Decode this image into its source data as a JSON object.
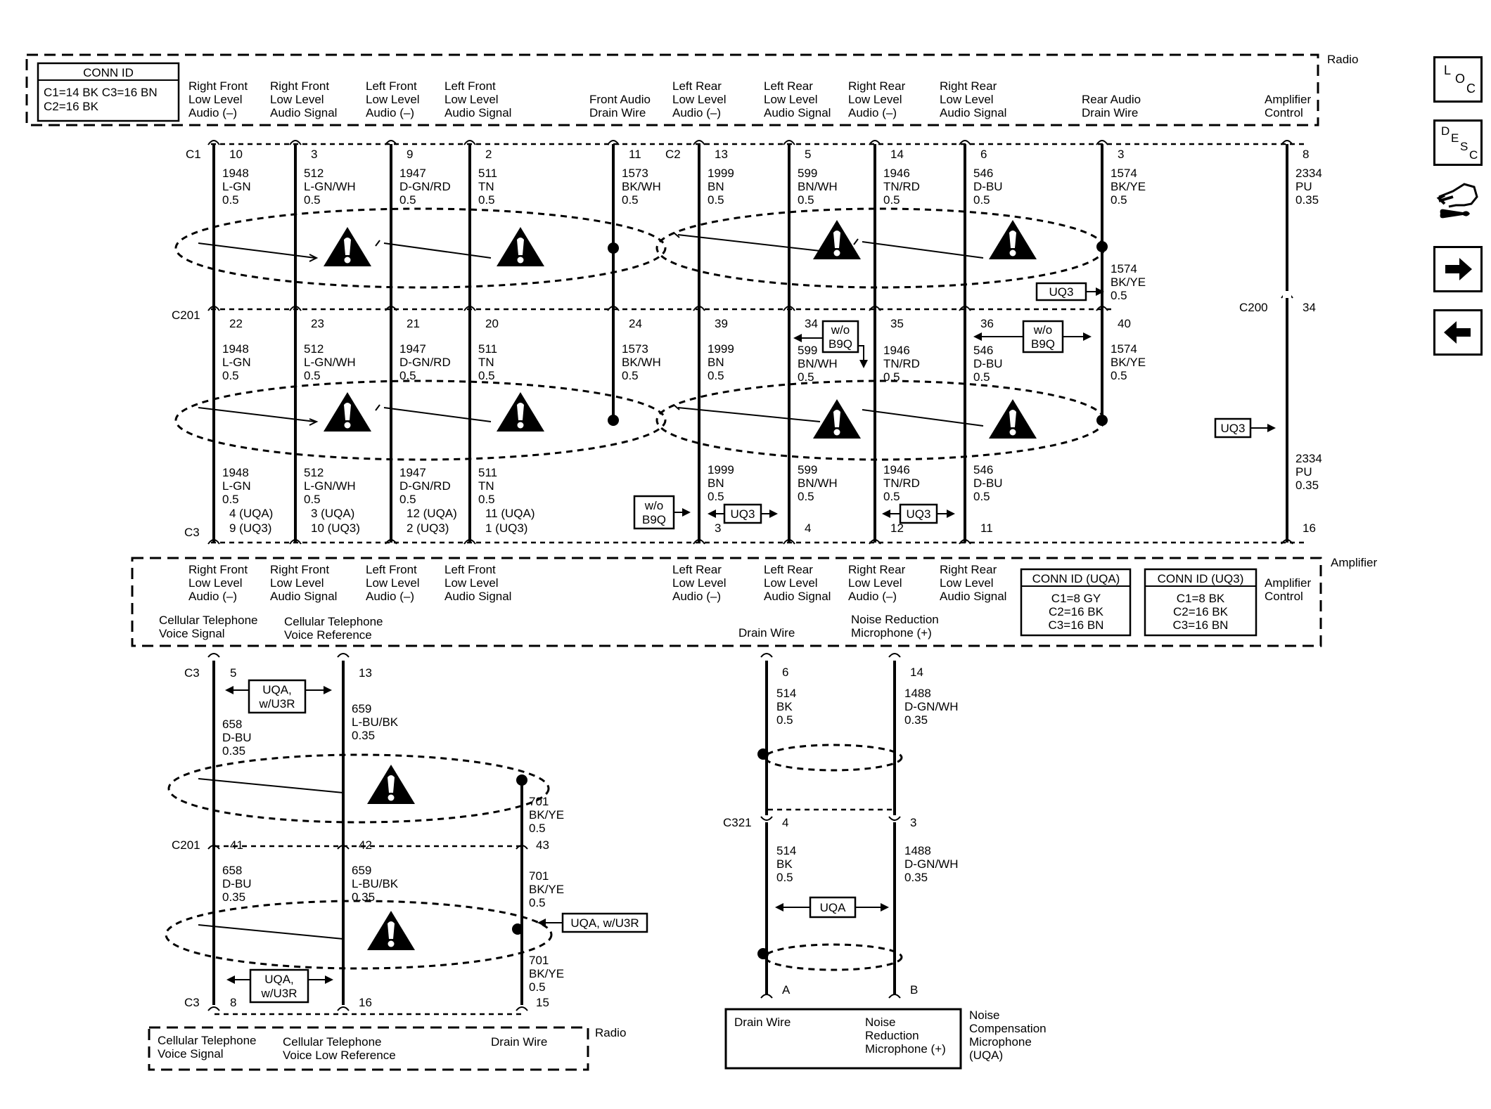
{
  "radio_label": "Radio",
  "amplifier_label": "Amplifier",
  "radio_conn_id": {
    "title": "CONN ID",
    "line1": "C1=14 BK  C3=16 BN",
    "line2": "C2=16 BK"
  },
  "radio_pins": [
    {
      "l1": "Right Front",
      "l2": "Low Level",
      "l3": "Audio (–)"
    },
    {
      "l1": "Right Front",
      "l2": "Low Level",
      "l3": "Audio Signal"
    },
    {
      "l1": "Left Front",
      "l2": "Low Level",
      "l3": "Audio (–)"
    },
    {
      "l1": "Left Front",
      "l2": "Low Level",
      "l3": "Audio Signal"
    },
    {
      "l1": "",
      "l2": "Front Audio",
      "l3": "Drain Wire"
    },
    {
      "l1": "Left Rear",
      "l2": "Low Level",
      "l3": "Audio (–)"
    },
    {
      "l1": "Left Rear",
      "l2": "Low Level",
      "l3": "Audio Signal"
    },
    {
      "l1": "Right Rear",
      "l2": "Low Level",
      "l3": "Audio (–)"
    },
    {
      "l1": "Right Rear",
      "l2": "Low Level",
      "l3": "Audio Signal"
    },
    {
      "l1": "",
      "l2": "Rear Audio",
      "l3": "Drain Wire"
    },
    {
      "l1": "",
      "l2": "Amplifier",
      "l3": "Control"
    }
  ],
  "connectors": {
    "c1": "C1",
    "c2": "C2",
    "c201": "C201",
    "c3": "C3",
    "c200": "C200",
    "c321": "C321"
  },
  "radio_pin_nums": [
    "10",
    "3",
    "9",
    "2",
    "11",
    "13",
    "5",
    "14",
    "6",
    "3",
    "8"
  ],
  "wires_top": [
    {
      "c": "1948",
      "col": "L-GN",
      "g": "0.5"
    },
    {
      "c": "512",
      "col": "L-GN/WH",
      "g": "0.5"
    },
    {
      "c": "1947",
      "col": "D-GN/RD",
      "g": "0.5"
    },
    {
      "c": "511",
      "col": "TN",
      "g": "0.5"
    },
    {
      "c": "1573",
      "col": "BK/WH",
      "g": "0.5"
    },
    {
      "c": "1999",
      "col": "BN",
      "g": "0.5"
    },
    {
      "c": "599",
      "col": "BN/WH",
      "g": "0.5"
    },
    {
      "c": "1946",
      "col": "TN/RD",
      "g": "0.5"
    },
    {
      "c": "546",
      "col": "D-BU",
      "g": "0.5"
    },
    {
      "c": "1574",
      "col": "BK/YE",
      "g": "0.5"
    },
    {
      "c": "2334",
      "col": "PU",
      "g": "0.35"
    }
  ],
  "rear_drain_mid": {
    "c": "1574",
    "col": "BK/YE",
    "g": "0.5"
  },
  "c201_pin_nums": [
    "22",
    "23",
    "21",
    "20",
    "24",
    "39",
    "34",
    "35",
    "36",
    "40"
  ],
  "c200_pin": "34",
  "wires_mid": [
    {
      "c": "1948",
      "col": "L-GN",
      "g": "0.5"
    },
    {
      "c": "512",
      "col": "L-GN/WH",
      "g": "0.5"
    },
    {
      "c": "1947",
      "col": "D-GN/RD",
      "g": "0.5"
    },
    {
      "c": "511",
      "col": "TN",
      "g": "0.5"
    },
    {
      "c": "1573",
      "col": "BK/WH",
      "g": "0.5"
    },
    {
      "c": "1999",
      "col": "BN",
      "g": "0.5"
    },
    {
      "c": "599",
      "col": "BN/WH",
      "g": "0.5"
    },
    {
      "c": "1946",
      "col": "TN/RD",
      "g": "0.5"
    },
    {
      "c": "546",
      "col": "D-BU",
      "g": "0.5"
    },
    {
      "c": "1574",
      "col": "BK/YE",
      "g": "0.5"
    }
  ],
  "wires_low": [
    {
      "c": "1948",
      "col": "L-GN",
      "g": "0.5"
    },
    {
      "c": "512",
      "col": "L-GN/WH",
      "g": "0.5"
    },
    {
      "c": "1947",
      "col": "D-GN/RD",
      "g": "0.5"
    },
    {
      "c": "511",
      "col": "TN",
      "g": "0.5"
    },
    {
      "c": "1999",
      "col": "BN",
      "g": "0.5"
    },
    {
      "c": "599",
      "col": "BN/WH",
      "g": "0.5"
    },
    {
      "c": "1946",
      "col": "TN/RD",
      "g": "0.5"
    },
    {
      "c": "546",
      "col": "D-BU",
      "g": "0.5"
    },
    {
      "c": "2334",
      "col": "PU",
      "g": "0.35"
    }
  ],
  "amp_pins_upper": [
    {
      "a": "4 (UQA)",
      "b": "9 (UQ3)"
    },
    {
      "a": "3 (UQA)",
      "b": "10 (UQ3)"
    },
    {
      "a": "12 (UQA)",
      "b": "2 (UQ3)"
    },
    {
      "a": "11 (UQA)",
      "b": "1 (UQ3)"
    }
  ],
  "amp_pins_right": [
    "3",
    "4",
    "12",
    "11",
    "16"
  ],
  "amp_labels": [
    {
      "l1": "Right Front",
      "l2": "Low Level",
      "l3": "Audio (–)"
    },
    {
      "l1": "Right Front",
      "l2": "Low Level",
      "l3": "Audio Signal"
    },
    {
      "l1": "Left Front",
      "l2": "Low Level",
      "l3": "Audio (–)"
    },
    {
      "l1": "Left Front",
      "l2": "Low Level",
      "l3": "Audio Signal"
    },
    {
      "l1": "Left Rear",
      "l2": "Low Level",
      "l3": "Audio (–)"
    },
    {
      "l1": "Left Rear",
      "l2": "Low Level",
      "l3": "Audio Signal"
    },
    {
      "l1": "Right Rear",
      "l2": "Low Level",
      "l3": "Audio (–)"
    },
    {
      "l1": "Right Rear",
      "l2": "Low Level",
      "l3": "Audio Signal"
    },
    {
      "l1": "",
      "l2": "Amplifier",
      "l3": "Control"
    }
  ],
  "amp_conn_uqa": {
    "title": "CONN ID (UQA)",
    "c1": "C1=8 GY",
    "c2": "C2=16 BK",
    "c3": "C3=16 BN"
  },
  "amp_conn_uq3": {
    "title": "CONN ID (UQ3)",
    "c1": "C1=8 BK",
    "c2": "C2=16 BK",
    "c3": "C3=16 BN"
  },
  "amp_lower_labels": {
    "cell_voice_signal": {
      "l1": "Cellular Telephone",
      "l2": "Voice Signal"
    },
    "cell_voice_ref": {
      "l1": "Cellular Telephone",
      "l2": "Voice Reference"
    },
    "drain": "Drain Wire",
    "noise_red": {
      "l1": "Noise Reduction",
      "l2": "Microphone (+)"
    }
  },
  "options": {
    "uq3": "UQ3",
    "wo_b9q_1": "w/o",
    "wo_b9q_2": "B9Q",
    "uqa_w_u3r_1": "UQA,",
    "uqa_w_u3r_2": "w/U3R",
    "uqa_w_u3r_inline": "UQA, w/U3R",
    "uqa": "UQA"
  },
  "cell": {
    "c3_top_pins": [
      "5",
      "13"
    ],
    "w658": {
      "c": "658",
      "col": "D-BU",
      "g": "0.35"
    },
    "w659": {
      "c": "659",
      "col": "L-BU/BK",
      "g": "0.35"
    },
    "w701": {
      "c": "701",
      "col": "BK/YE",
      "g": "0.5"
    },
    "c201_pins": [
      "41",
      "42",
      "43"
    ],
    "c3_bottom_pins": [
      "8",
      "16",
      "15"
    ],
    "radio_bottom": {
      "a1": "Cellular Telephone",
      "a2": "Voice Signal",
      "b1": "Cellular Telephone",
      "b2": "Voice Low Reference",
      "c": "Drain Wire"
    }
  },
  "mic": {
    "amp_pins": [
      "6",
      "14"
    ],
    "w514": {
      "c": "514",
      "col": "BK",
      "g": "0.5"
    },
    "w1488": {
      "c": "1488",
      "col": "D-GN/WH",
      "g": "0.35"
    },
    "c321_pins": [
      "4",
      "3"
    ],
    "mic_pins": [
      "A",
      "B"
    ],
    "box_drain": "Drain Wire",
    "box_nr1": "Noise",
    "box_nr2": "Reduction",
    "box_nr3": "Microphone (+)",
    "name1": "Noise",
    "name2": "Compensation",
    "name3": "Microphone",
    "name4": "(UQA)"
  },
  "nav": {
    "loc": [
      "L",
      "O",
      "C"
    ],
    "desc": [
      "D",
      "E",
      "S",
      "C"
    ]
  }
}
